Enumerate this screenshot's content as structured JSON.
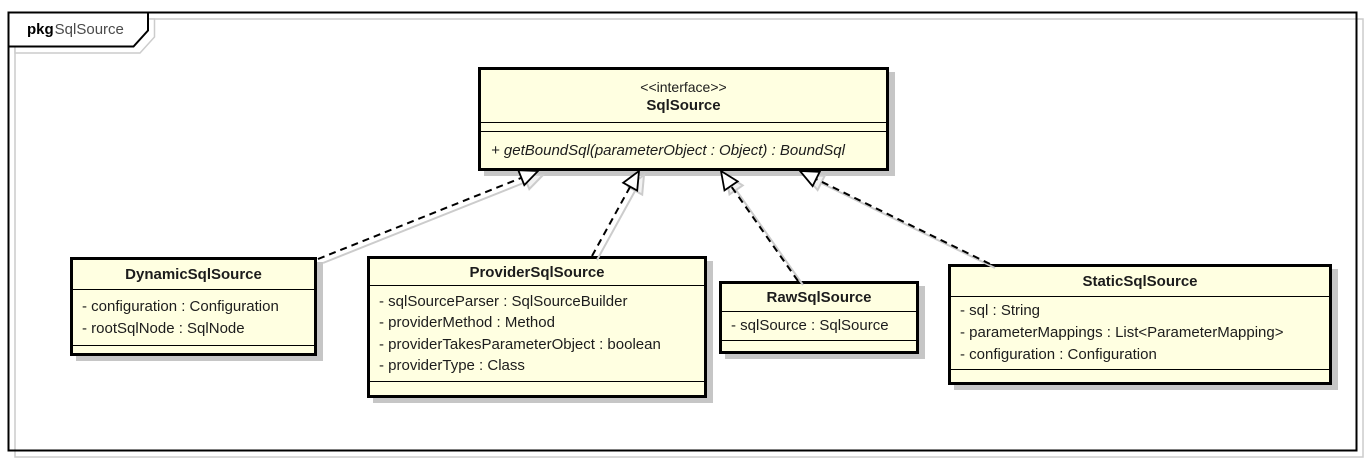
{
  "package": {
    "keyword": "pkg",
    "name": "SqlSource"
  },
  "interface_box": {
    "stereotype": "&lt;&lt;interface&gt;&gt;",
    "stereotype_text": "<<interface>>",
    "name": "SqlSource",
    "operations": [
      "+ getBoundSql(parameterObject : Object) : BoundSql"
    ]
  },
  "classes": [
    {
      "name": "DynamicSqlSource",
      "attributes": [
        "- configuration : Configuration",
        "- rootSqlNode : SqlNode"
      ]
    },
    {
      "name": "ProviderSqlSource",
      "attributes": [
        "- sqlSourceParser : SqlSourceBuilder",
        "- providerMethod : Method",
        "- providerTakesParameterObject : boolean",
        "- providerType : Class"
      ]
    },
    {
      "name": "RawSqlSource",
      "attributes": [
        "- sqlSource : SqlSource"
      ]
    },
    {
      "name": "StaticSqlSource",
      "attributes": [
        "- sql : String",
        "- parameterMappings : List<ParameterMapping>",
        "- configuration : Configuration"
      ]
    }
  ],
  "relationships": [
    {
      "from": "DynamicSqlSource",
      "to": "SqlSource",
      "type": "realization",
      "line": "dashed",
      "arrowhead": "hollow-triangle"
    },
    {
      "from": "ProviderSqlSource",
      "to": "SqlSource",
      "type": "realization",
      "line": "dashed",
      "arrowhead": "hollow-triangle"
    },
    {
      "from": "RawSqlSource",
      "to": "SqlSource",
      "type": "realization",
      "line": "dashed",
      "arrowhead": "hollow-triangle"
    },
    {
      "from": "StaticSqlSource",
      "to": "SqlSource",
      "type": "realization",
      "line": "dashed",
      "arrowhead": "hollow-triangle"
    }
  ],
  "colors": {
    "box_fill": "#FFFFE1",
    "border": "#000000",
    "box_shadow": "#C6C6C6",
    "edge_shadow": "#CCCCCC",
    "background": "#FFFFFF",
    "text": "#1C1C1C"
  }
}
